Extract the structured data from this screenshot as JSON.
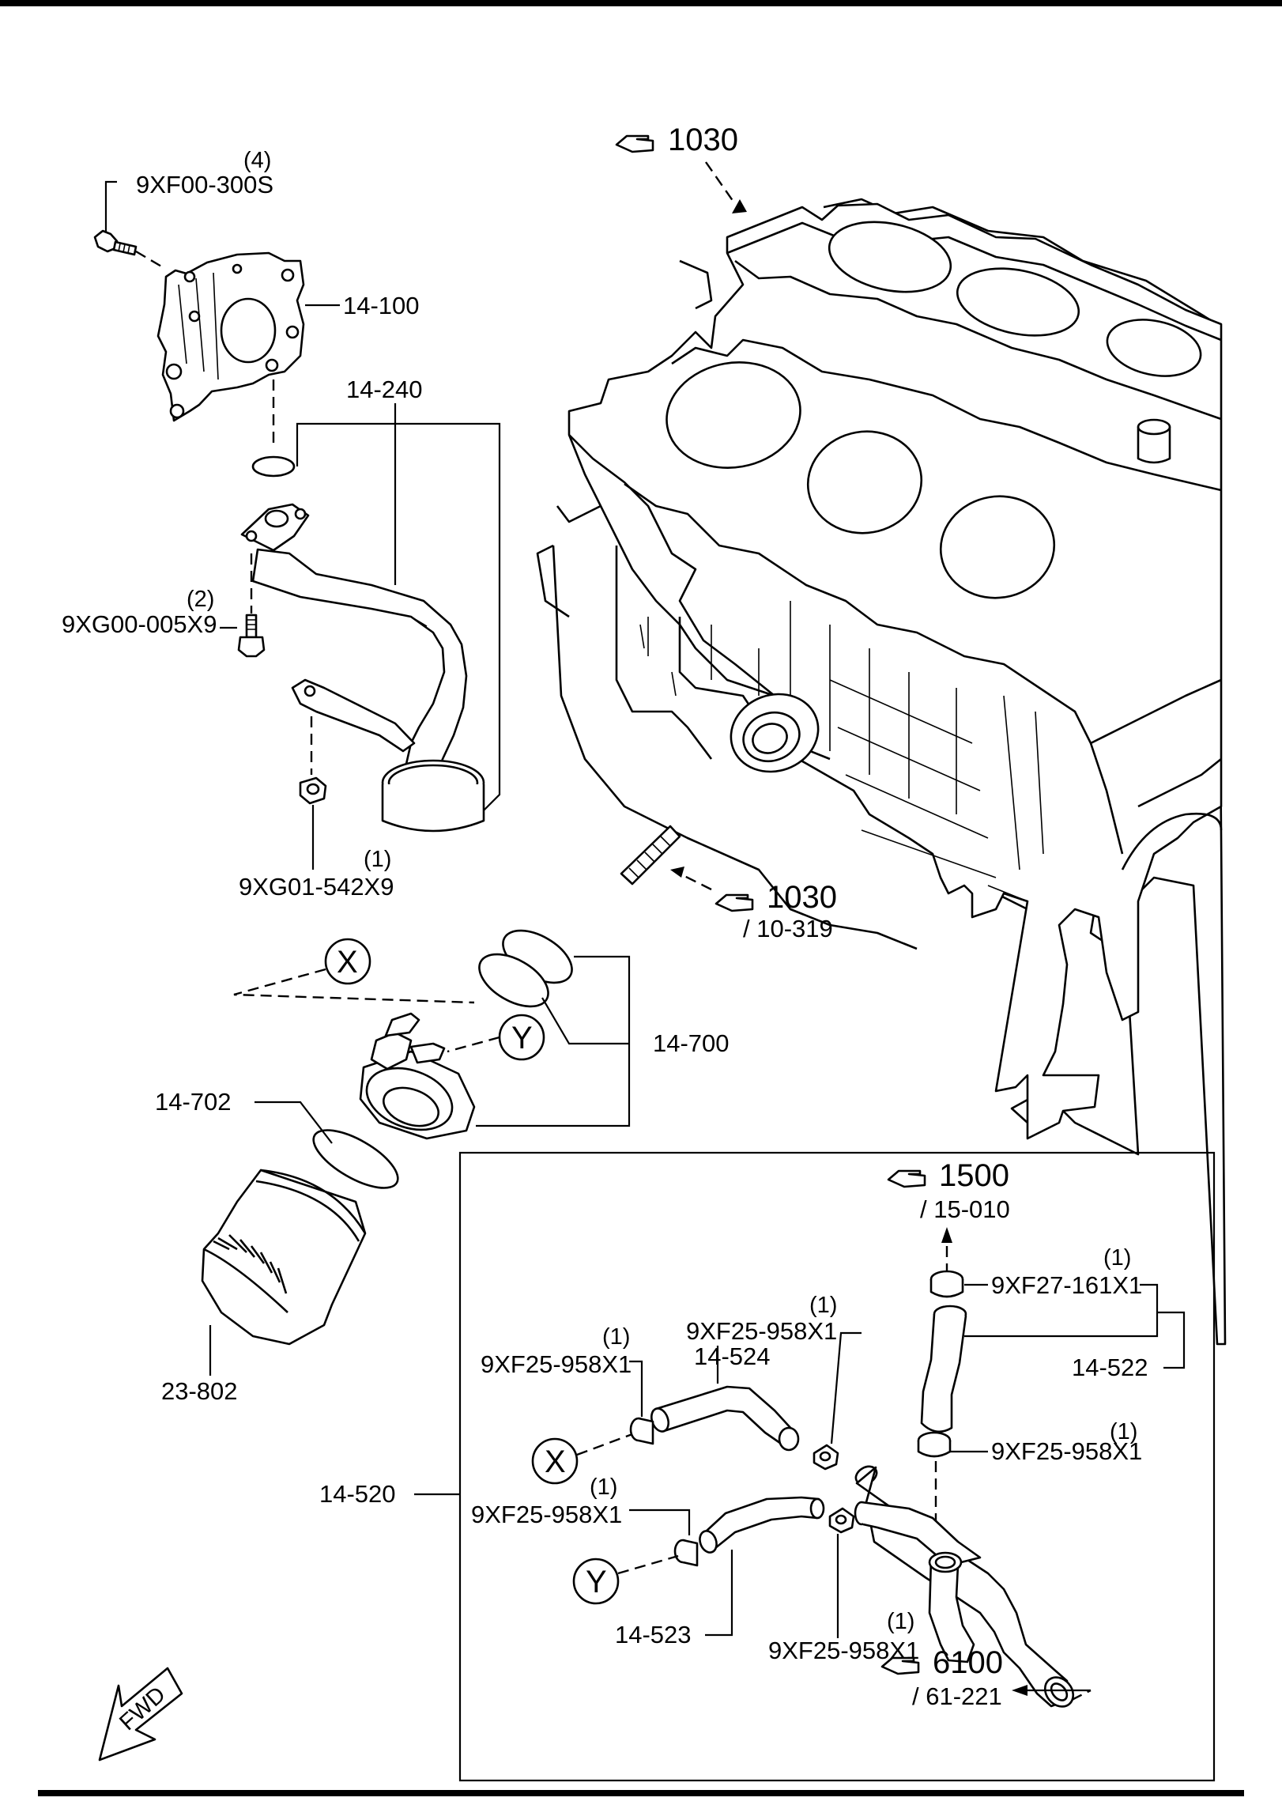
{
  "colors": {
    "ink": "#000000",
    "paper": "#ffffff"
  },
  "labels": {
    "bolt_cover_qty": "(4)",
    "bolt_cover": "9XF00-300S",
    "cover": "14-100",
    "strainer": "14-240",
    "bolt_strainer_qty": "(2)",
    "bolt_strainer": "9XG00-005X9",
    "nut_qty": "(1)",
    "nut": "9XG01-542X9",
    "ref_block_top": "1030",
    "ref_stud": "1030",
    "ref_stud_page": "/ 10-319",
    "marker_x": "X",
    "marker_y": "Y",
    "oil_cooler": "14-700",
    "gasket": "14-702",
    "oil_filter": "23-802",
    "hose_assy": "14-520",
    "ref_1500": "1500",
    "ref_1500_page": "/ 15-010",
    "clamp_a_qty": "(1)",
    "clamp_a": "9XF27-161X1",
    "hose_522": "14-522",
    "clamp_b_qty": "(1)",
    "clamp_b": "9XF25-958X1",
    "hose_524": "14-524",
    "clamp_c_qty": "(1)",
    "clamp_c": "9XF25-958X1",
    "clamp_d_qty": "(1)",
    "clamp_d": "9XF25-958X1",
    "clamp_e_qty": "(1)",
    "clamp_e": "9XF25-958X1",
    "hose_523": "14-523",
    "clamp_f_qty": "(1)",
    "clamp_f": "9XF25-958X1",
    "ref_6100": "6100",
    "ref_6100_page": "/ 61-221",
    "fwd": "FWD"
  }
}
